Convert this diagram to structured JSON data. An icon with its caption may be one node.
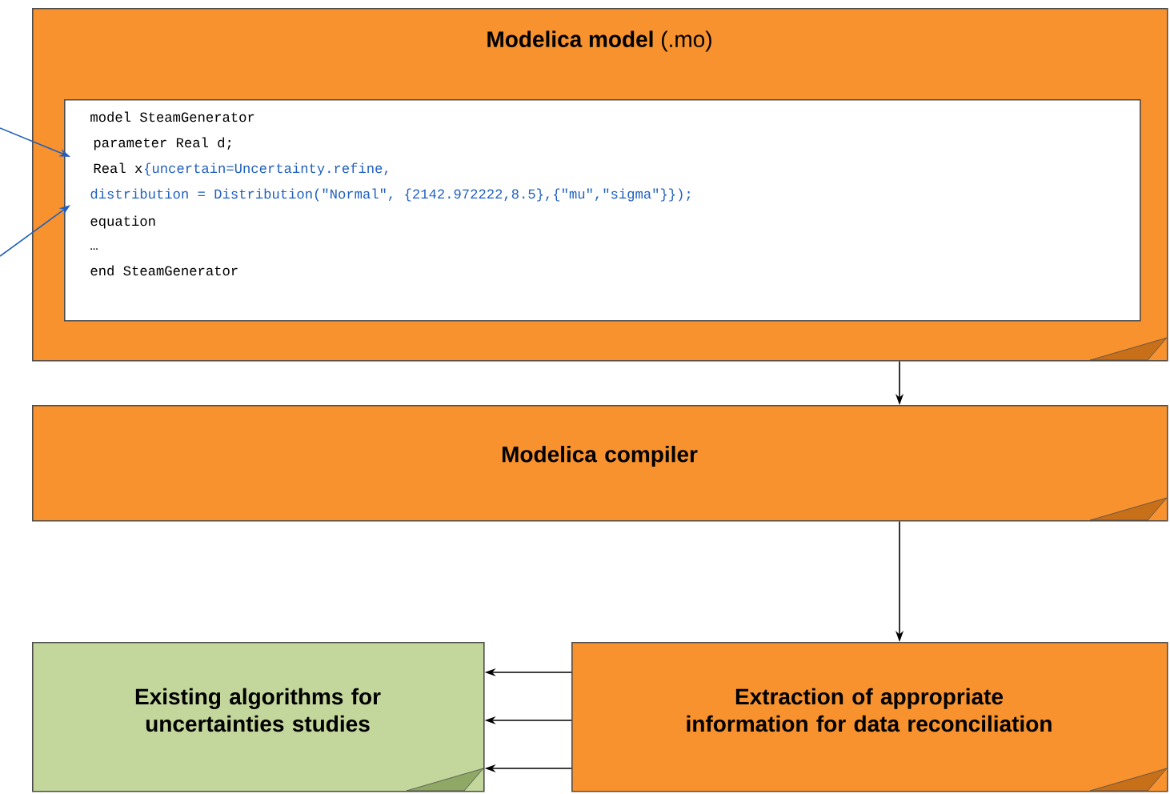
{
  "diagram": {
    "nodes": [
      {
        "text": [
          "**Modelica model** (.mo)"
        ]
      },
      {
        "text": [
          "model SteamGenerator",
          "parameter Real d;",
          "Real x",
          "{uncertain=Uncertainty.refine,",
          "distribution = Distribution(\"Normal\", {2142.972222,8.5},{\"mu\",\"sigma\"}});",
          "equation",
          "…",
          "end SteamGenerator"
        ],
        "in": 0
      },
      {
        "text": [
          "Modelica compiler"
        ]
      },
      {
        "text": [
          "Existing algorithms for uncertainties studies"
        ]
      },
      {
        "text": [
          "Extraction of appropriate information for data reconciliation"
        ]
      }
    ],
    "edges": [
      {
        "from": null,
        "to": 1,
        "arrow": "to",
        "color": "#1f5fbf"
      },
      {
        "from": null,
        "to": 1,
        "arrow": "to",
        "color": "#1f5fbf"
      },
      {
        "from": 0,
        "to": 2,
        "arrow": "to"
      },
      {
        "from": 2,
        "to": 4,
        "arrow": "to"
      },
      {
        "from": 4,
        "to": 3,
        "arrow": "to"
      },
      {
        "from": 4,
        "to": 3,
        "arrow": "to"
      },
      {
        "from": 4,
        "to": 3,
        "arrow": "to"
      }
    ]
  }
}
